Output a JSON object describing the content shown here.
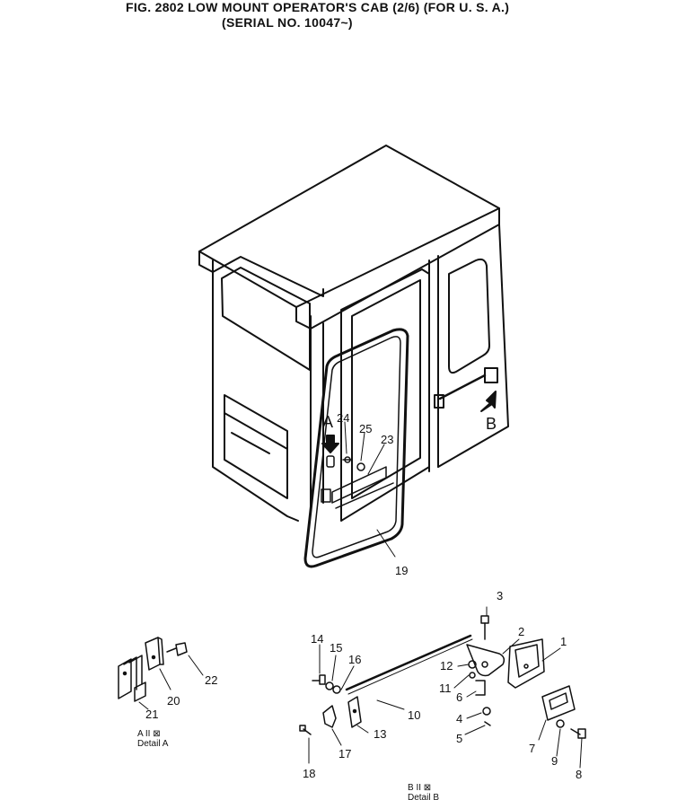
{
  "header": {
    "title": "FIG. 2802   LOW MOUNT OPERATOR'S CAB (2/6) (FOR U. S. A.)",
    "subtitle": "(SERIAL NO. 10047~)"
  },
  "callouts": {
    "detail_a_marker": "A",
    "detail_b_marker": "B",
    "p1": "1",
    "p2": "2",
    "p3": "3",
    "p4": "4",
    "p5": "5",
    "p6": "6",
    "p7": "7",
    "p8": "8",
    "p9": "9",
    "p10": "10",
    "p11": "11",
    "p12": "12",
    "p13": "13",
    "p14": "14",
    "p15": "15",
    "p16": "16",
    "p17": "17",
    "p18": "18",
    "p19": "19",
    "p20": "20",
    "p21": "21",
    "p22": "22",
    "p23": "23",
    "p24": "24",
    "p25": "25"
  },
  "details": {
    "detail_a_view": "A   II   ⊠",
    "detail_a_caption": "Detail  A",
    "detail_b_view": "B   II   ⊠",
    "detail_b_caption": "Detail  B"
  }
}
